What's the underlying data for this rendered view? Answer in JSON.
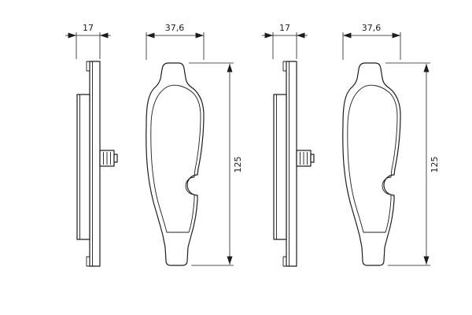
{
  "canvas": {
    "background_color": "#ffffff",
    "line_color": "#1d1d1b"
  },
  "drawing": {
    "views": [
      {
        "id": "left-pad",
        "thickness_label": "17",
        "width_label": "37,6",
        "height_label": "125"
      },
      {
        "id": "right-pad",
        "thickness_label": "17",
        "width_label": "37,6",
        "height_label": "125"
      }
    ]
  }
}
